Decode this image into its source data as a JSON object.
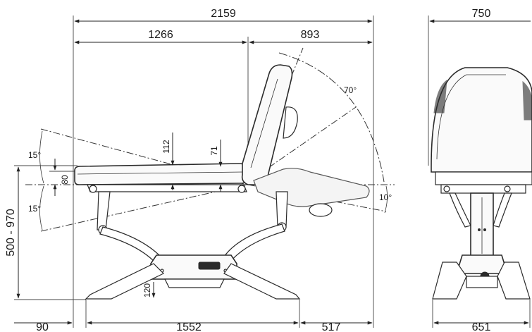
{
  "dimensions": {
    "overall_length": "2159",
    "seat_length": "1266",
    "back_length": "893",
    "front_width": "750",
    "base_length": "1552",
    "rear_offset": "90",
    "front_offset": "517",
    "base_width": "651",
    "height_range": "500 - 970",
    "backrest_thickness": "112",
    "seat_thickness": "71",
    "tilt_step": "80",
    "base_clearance": "120"
  },
  "angles": {
    "backrest": "70°",
    "leg_rest": "10°",
    "tilt_up": "15°",
    "tilt_down": "15°"
  },
  "colors": {
    "line": "#2a2a2a",
    "background": "#ffffff"
  }
}
